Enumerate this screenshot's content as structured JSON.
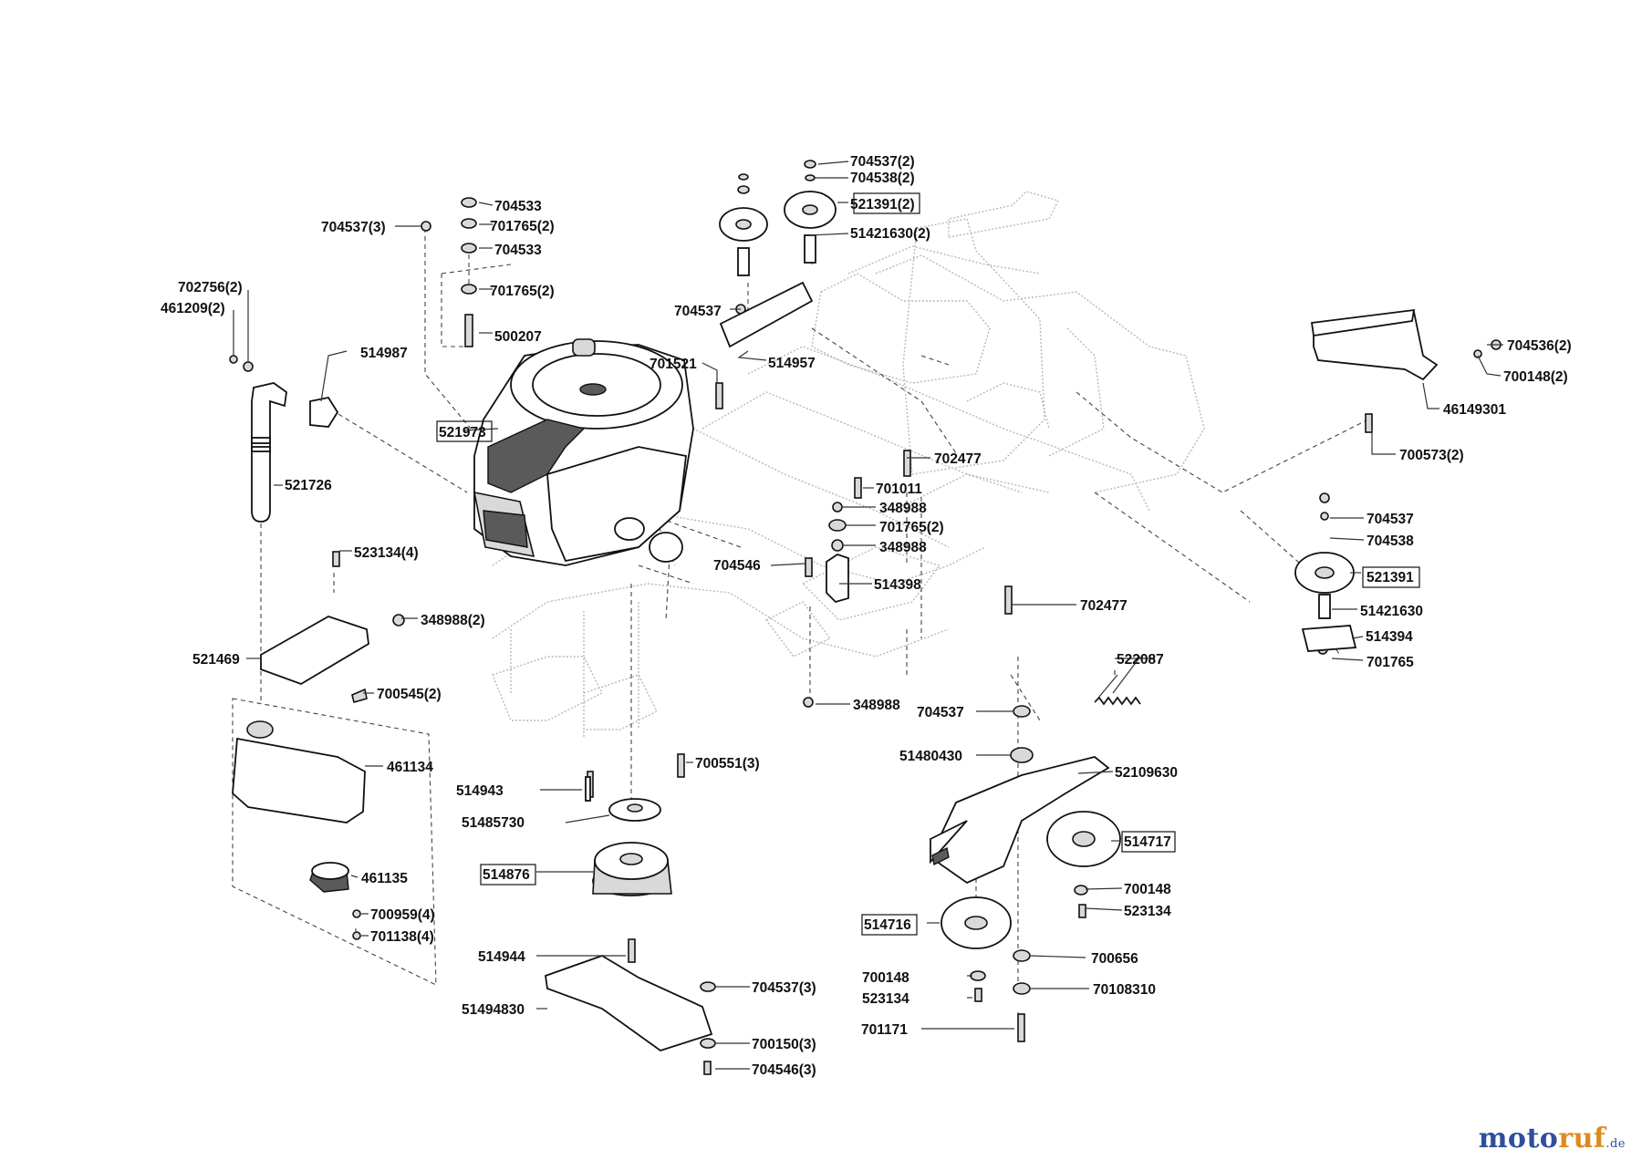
{
  "diagram": {
    "part_numbers": {
      "p704537_2_top": "704537(2)",
      "p704538_2": "704538(2)",
      "p521391_2": "521391(2)",
      "p51421630_2": "51421630(2)",
      "p704533_a": "704533",
      "p701765_2_a": "701765(2)",
      "p704533_b": "704533",
      "p701765_2_b": "701765(2)",
      "p500207": "500207",
      "p704537_3": "704537(3)",
      "p702756_2": "702756(2)",
      "p461209_2": "461209(2)",
      "p514987": "514987",
      "p521973": "521973",
      "p521726": "521726",
      "p704537_mid": "704537",
      "p514957": "514957",
      "p701521": "701521",
      "p704536_2": "704536(2)",
      "p700148_2": "700148(2)",
      "p46149301": "46149301",
      "p700573_2": "700573(2)",
      "p702477_a": "702477",
      "p701011": "701011",
      "p348988_a": "348988",
      "p701765_2_c": "701765(2)",
      "p348988_b": "348988",
      "p704546": "704546",
      "p514398": "514398",
      "p702477_b": "702477",
      "p704537_r": "704537",
      "p704538_r": "704538",
      "p521391_r": "521391",
      "p51421630_r": "51421630",
      "p514394": "514394",
      "p701765_r": "701765",
      "p523134_4": "523134(4)",
      "p348988_2": "348988(2)",
      "p521469": "521469",
      "p700545_2": "700545(2)",
      "p461134": "461134",
      "p461135": "461135",
      "p700959_4": "700959(4)",
      "p701138_4": "701138(4)",
      "p522087": "522087",
      "p348988_c": "348988",
      "p704537_c": "704537",
      "p51480430": "51480430",
      "p52109630": "52109630",
      "p700551_3": "700551(3)",
      "p514943": "514943",
      "p51485730": "51485730",
      "p514876": "514876",
      "p514717": "514717",
      "p700148_a": "700148",
      "p523134_a": "523134",
      "p514716": "514716",
      "p700656": "700656",
      "p700148_b": "700148",
      "p523134_b": "523134",
      "p70108310": "70108310",
      "p701171": "701171",
      "p514944": "514944",
      "p704537_3b": "704537(3)",
      "p51494830": "51494830",
      "p700150_3": "700150(3)",
      "p704546_3": "704546(3)"
    }
  },
  "watermark": {
    "text_a": "moto",
    "text_b": "ruf",
    "text_c": ".de",
    "color_a": "#2d4f9c",
    "color_b": "#e08a1e"
  }
}
